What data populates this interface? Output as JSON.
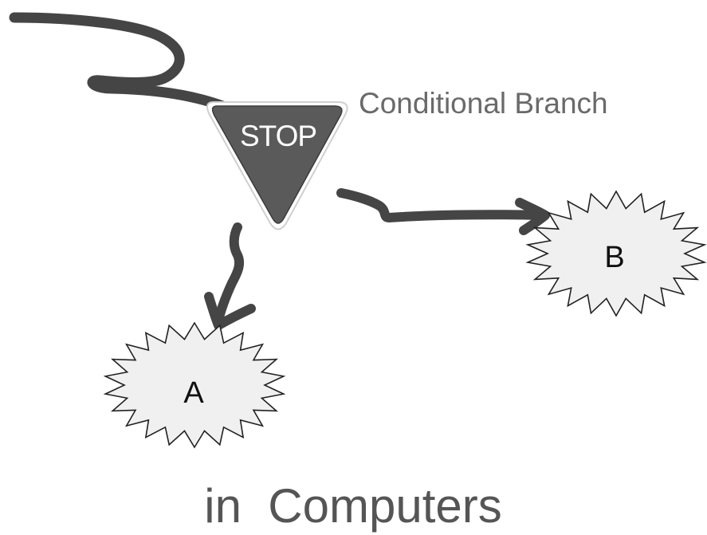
{
  "diagram": {
    "annotation": "Conditional Branch",
    "stop_sign": {
      "label": "STOP"
    },
    "outcomes": {
      "a": "A",
      "b": "B"
    },
    "footer": "in  Computers"
  },
  "colors": {
    "stop_fill": "#5a5a5a",
    "stroke": "#454545",
    "burst_fill": "#f0f0f0",
    "annotation_text": "#6a6a6a",
    "footer_text": "#555555"
  }
}
